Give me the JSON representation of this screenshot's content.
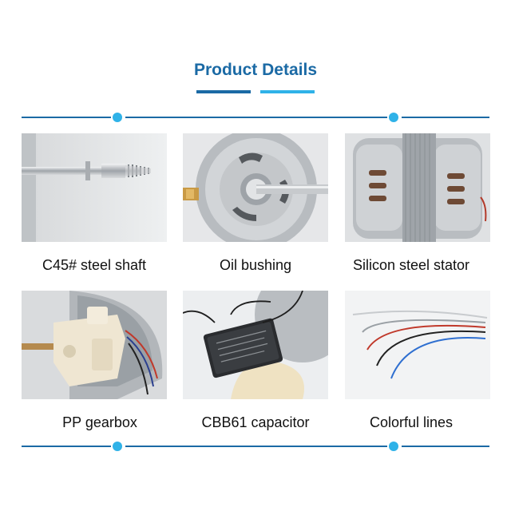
{
  "title": "Product Details",
  "items": [
    {
      "label": "C45# steel shaft",
      "icon": "steel-shaft-photo"
    },
    {
      "label": "Oil bushing",
      "icon": "oil-bushing-photo"
    },
    {
      "label": "Silicon steel stator",
      "icon": "silicon-stator-photo"
    },
    {
      "label": "PP gearbox",
      "icon": "pp-gearbox-photo"
    },
    {
      "label": "CBB61 capacitor",
      "icon": "capacitor-photo"
    },
    {
      "label": "Colorful lines",
      "icon": "colorful-wires-photo"
    }
  ],
  "colors": {
    "primary": "#1b6aa5",
    "accent": "#2fb2e8"
  }
}
